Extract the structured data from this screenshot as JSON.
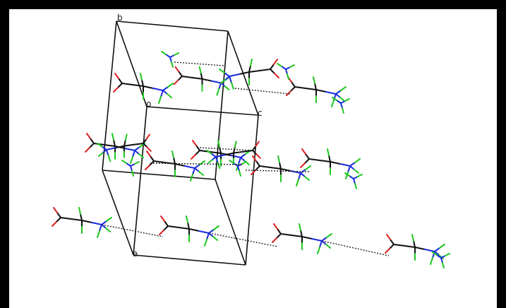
{
  "figure": {
    "type": "crystal-packing-diagram",
    "cell_axis_labels": {
      "origin": "o",
      "a": "a",
      "b": "b",
      "c": "c"
    },
    "colors": {
      "background": "#ffffff",
      "frame": "#000000",
      "bond_carbon": "#111111",
      "oxygen": "#e02020",
      "nitrogen": "#1a2be0",
      "hydrogen": "#1ec81e",
      "hydrogen_bond": "#222222"
    },
    "atom_types": [
      "C",
      "O",
      "N",
      "H"
    ]
  }
}
